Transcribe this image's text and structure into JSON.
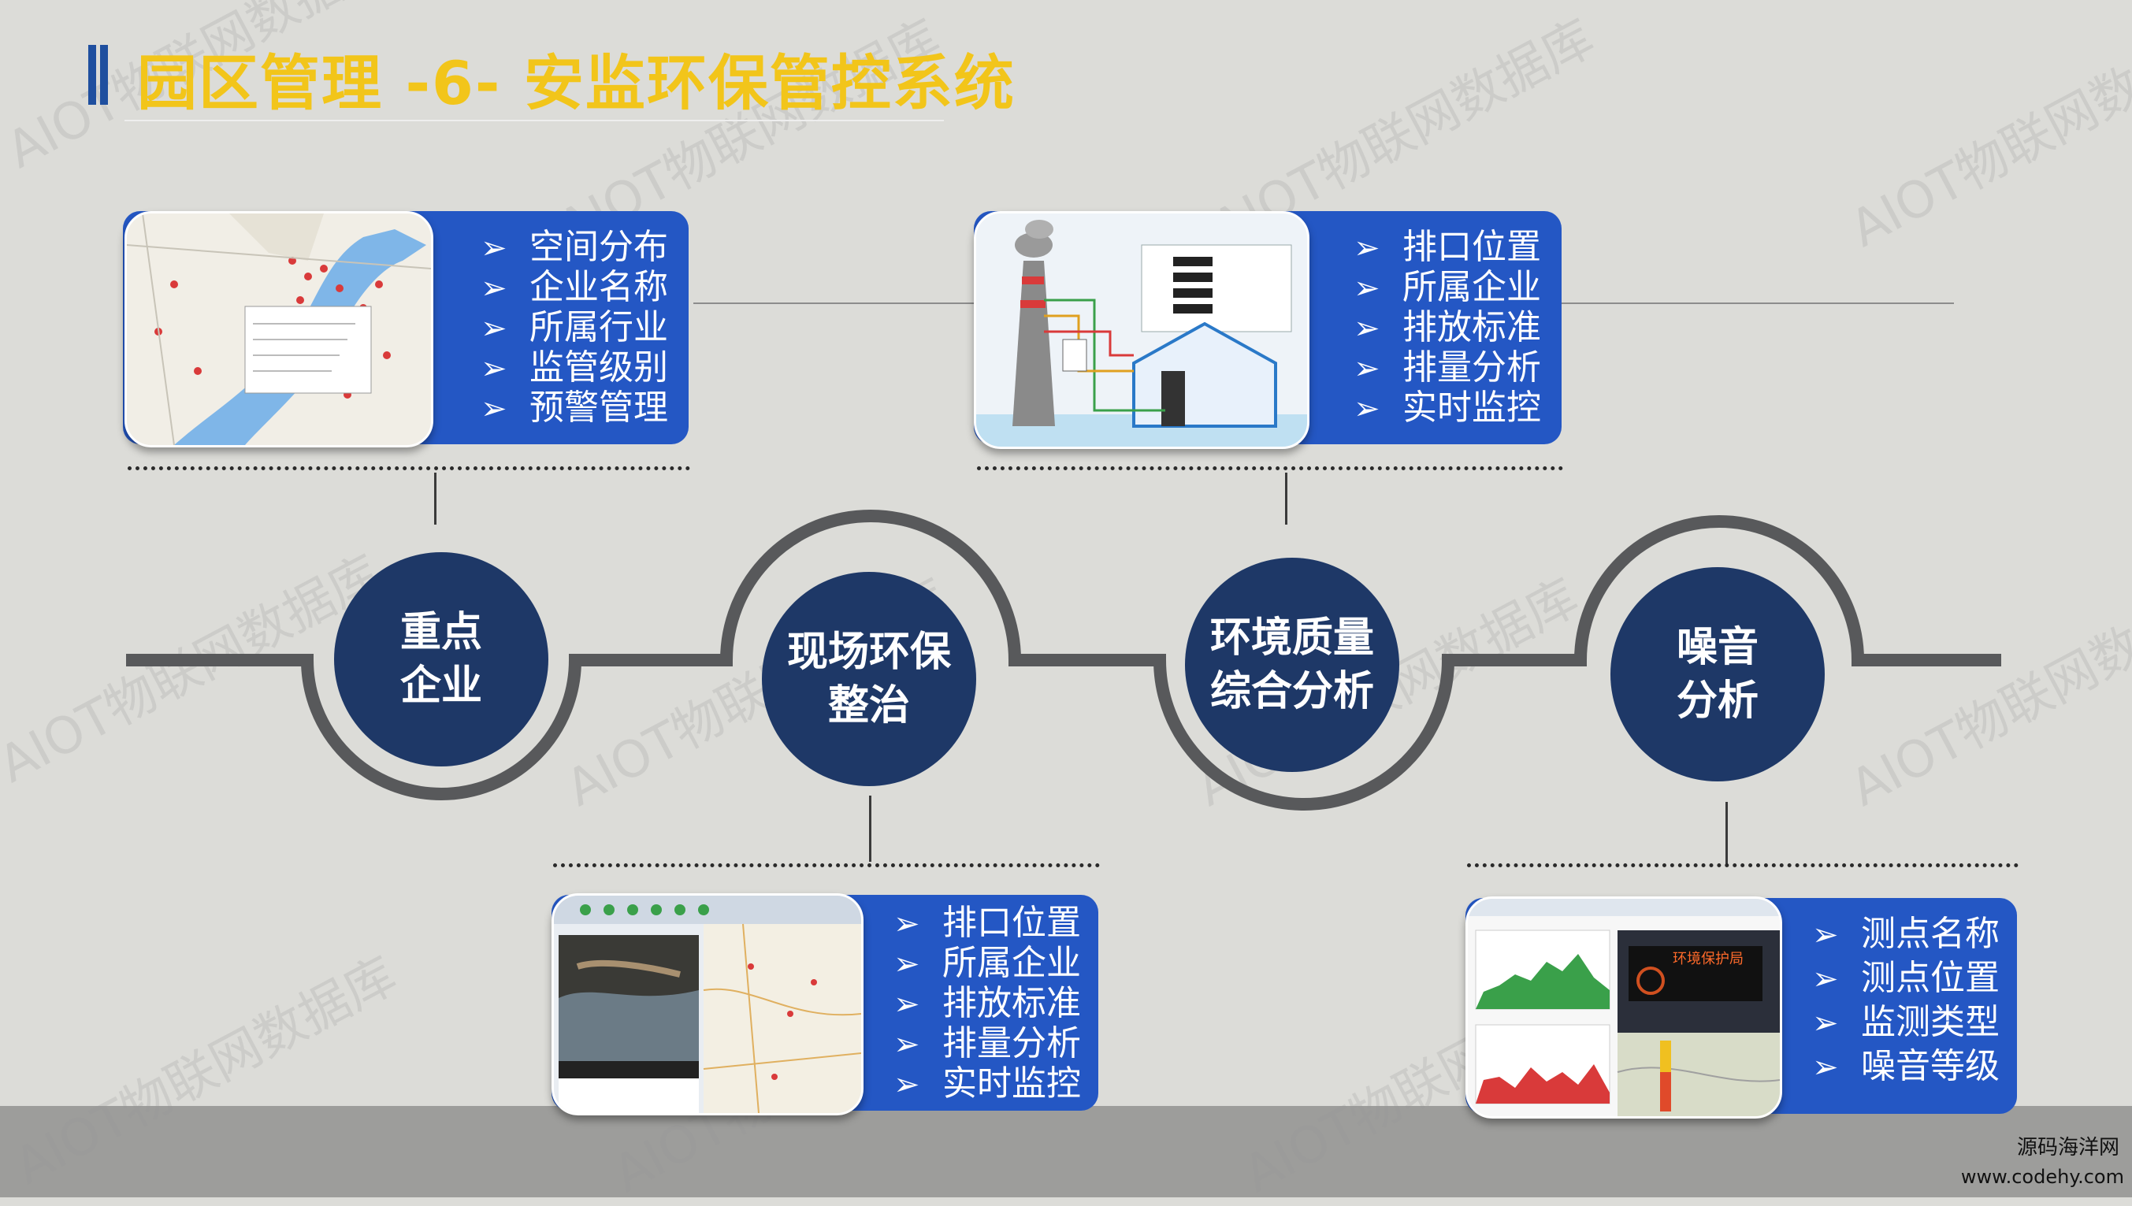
{
  "page": {
    "title": "园区管理 -6- 安监环保管控系统"
  },
  "nodes": [
    {
      "line1": "重点",
      "line2": "企业"
    },
    {
      "line1": "现场环保",
      "line2": "整治"
    },
    {
      "line1": "环境质量",
      "line2": "综合分析"
    },
    {
      "line1": "噪音",
      "line2": "分析"
    }
  ],
  "cards": {
    "key_enterprise": [
      "空间分布",
      "企业名称",
      "所属行业",
      "监管级别",
      "预警管理"
    ],
    "env_quality": [
      "排口位置",
      "所属企业",
      "排放标准",
      "排量分析",
      "实时监控"
    ],
    "site_remediation": [
      "排口位置",
      "所属企业",
      "排放标准",
      "排量分析",
      "实时监控"
    ],
    "noise": [
      "测点名称",
      "测点位置",
      "监测类型",
      "噪音等级"
    ]
  },
  "bullet_glyph": "➢",
  "screens": {
    "noise_sign_text": "环境保护局"
  },
  "watermark": {
    "text": "AIOT物联网数据库",
    "logo_line1": "源码海洋网",
    "logo_line2": "www.codehy.com"
  },
  "colors": {
    "background": "#dcdcd8",
    "title": "#f2c51a",
    "panel_blue": "#2457c4",
    "node_navy": "#1e3867",
    "timeline_gray": "#58595b"
  }
}
